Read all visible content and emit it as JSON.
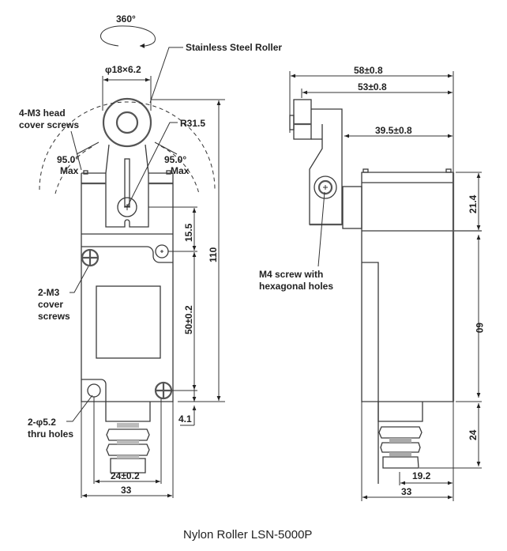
{
  "title": "Nylon Roller LSN-5000P",
  "front_view": {
    "rotation_label": "360°",
    "roller_label": "Stainless Steel Roller",
    "roller_dim": "φ18×6.2",
    "head_screws_label_1": "4-M3 head",
    "head_screws_label_2": "cover screws",
    "radius_label": "R31.5",
    "angle_left": "95.0°",
    "angle_left_max": "Max",
    "angle_right": "95.0°",
    "angle_right_max": "Max",
    "dim_15_5": "15.5",
    "dim_110": "110",
    "cover_screws_1": "2-M3",
    "cover_screws_2": "cover",
    "cover_screws_3": "screws",
    "dim_50": "50±0.2",
    "holes_label_1": "2-φ5.2",
    "holes_label_2": "thru holes",
    "dim_4_1": "4.1",
    "dim_24_02": "24±0.2",
    "dim_33": "33"
  },
  "side_view": {
    "dim_58": "58±0.8",
    "dim_53": "53±0.8",
    "dim_39_5": "39.5±0.8",
    "dim_21_4": "21.4",
    "screw_label_1": "M4 screw with",
    "screw_label_2": "hexagonal holes",
    "dim_60": "60",
    "dim_24": "24",
    "dim_19_2": "19.2",
    "dim_33": "33"
  }
}
